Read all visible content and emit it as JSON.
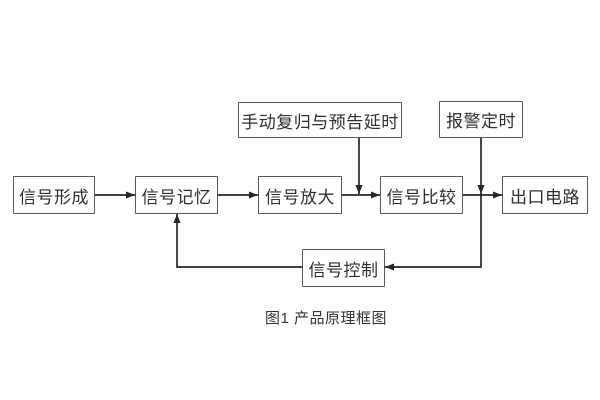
{
  "diagram": {
    "title_caption": "图1 产品原理框图",
    "boxes": {
      "signal_forming": {
        "label": "信号形成"
      },
      "signal_memory": {
        "label": "信号记忆"
      },
      "signal_amplify": {
        "label": "信号放大"
      },
      "signal_compare": {
        "label": "信号比较"
      },
      "output_circuit": {
        "label": "出口电路"
      },
      "manual_reset": {
        "label": "手动复归与预告延时"
      },
      "alarm_timing": {
        "label": "报警定时"
      },
      "signal_control": {
        "label": "信号控制"
      }
    },
    "flow": [
      "信号形成 → 信号记忆",
      "信号记忆 → 信号放大",
      "信号放大 → 信号比较",
      "信号比较 → 出口电路",
      "手动复归与预告延时 ↓ (放大→比较 连线)",
      "报警定时 ↓ (比较→出口 连线)",
      "junction ↓ → 信号控制",
      "信号控制 → ↑ 信号记忆"
    ],
    "colors": {
      "background": "#ffffff",
      "box_border": "#595959",
      "connector_line": "#262626",
      "text": "#2e2e2e"
    }
  }
}
